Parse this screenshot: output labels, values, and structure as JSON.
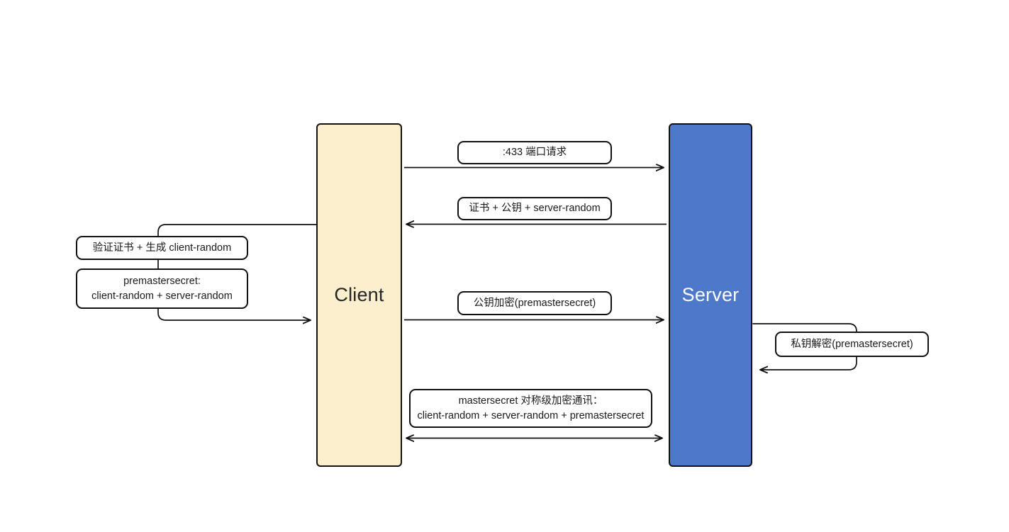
{
  "diagram": {
    "type": "sequence-diagram",
    "title": "HTTPS / TLS handshake",
    "colors": {
      "client_fill": "#fcefcd",
      "server_fill": "#4e78c9",
      "stroke": "#111111",
      "note_fill": "#ffffff",
      "client_text": "#262626",
      "server_text": "#ffffff",
      "background": "#ffffff"
    }
  },
  "actors": {
    "client": {
      "label": "Client"
    },
    "server": {
      "label": "Server"
    }
  },
  "messages": [
    {
      "id": "port-request",
      "label": ":433 端口请求",
      "from": "client",
      "to": "server",
      "direction": "right"
    },
    {
      "id": "certificate",
      "label": "证书 + 公钥 + server-random",
      "from": "server",
      "to": "client",
      "direction": "left"
    },
    {
      "id": "public-key-encrypt",
      "label": "公钥加密(premastersecret)",
      "from": "client",
      "to": "server",
      "direction": "right"
    },
    {
      "id": "mastersecret",
      "label_line1": "mastersecret 对称级加密通讯：",
      "label_line2": "client-random + server-random + premastersecret",
      "from": "client",
      "to": "server",
      "direction": "both"
    }
  ],
  "self_actions": {
    "client": [
      {
        "id": "verify-cert",
        "label": "验证证书 + 生成 client-random"
      },
      {
        "id": "premastersecret",
        "label_line1": "premastersecret:",
        "label_line2": "client-random + server-random"
      }
    ],
    "server": [
      {
        "id": "private-key-decrypt",
        "label": "私钥解密(premastersecret)"
      }
    ]
  }
}
